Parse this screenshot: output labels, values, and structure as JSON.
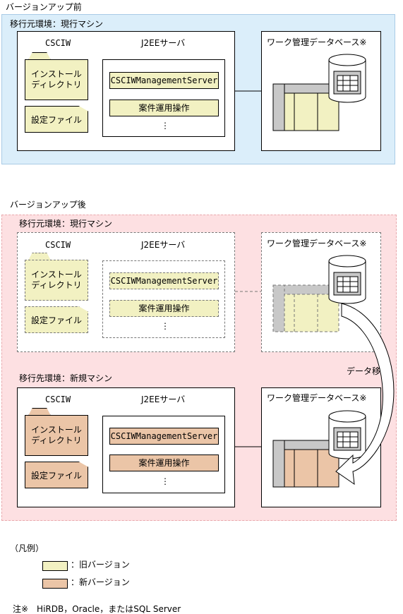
{
  "before": {
    "title": "バージョンアップ前",
    "env_label": "移行元環境：現行マシン",
    "csciw_label": "CSCIW",
    "install_dir": "インストール\nディレクトリ",
    "settings_file": "設定ファイル",
    "j2ee_label": "J2EEサーバ",
    "server_name": "CSCIWManagementServer",
    "operation": "案件運用操作",
    "ellipsis": "⋮",
    "db_label": "ワーク管理データベース※"
  },
  "after": {
    "title": "バージョンアップ後",
    "old_env": {
      "env_label": "移行元環境：現行マシン",
      "csciw_label": "CSCIW",
      "install_dir": "インストール\nディレクトリ",
      "settings_file": "設定ファイル",
      "j2ee_label": "J2EEサーバ",
      "server_name": "CSCIWManagementServer",
      "operation": "案件運用操作",
      "ellipsis": "⋮",
      "db_label": "ワーク管理データベース※"
    },
    "migration_label": "データ移行",
    "new_env": {
      "env_label": "移行先環境：新規マシン",
      "csciw_label": "CSCIW",
      "install_dir": "インストール\nディレクトリ",
      "settings_file": "設定ファイル",
      "j2ee_label": "J2EEサーバ",
      "server_name": "CSCIWManagementServer",
      "operation": "案件運用操作",
      "ellipsis": "⋮",
      "db_label": "ワーク管理データベース※"
    }
  },
  "legend": {
    "title": "（凡例）",
    "old_version": "：旧バージョン",
    "new_version": "：新バージョン"
  },
  "note": "注※　HiRDB，Oracle，またはSQL Server",
  "colors": {
    "before_panel": "#dbeefa",
    "after_panel": "#fde0e2",
    "old_version": "#f2f1c2",
    "new_version": "#ebc5a7"
  }
}
